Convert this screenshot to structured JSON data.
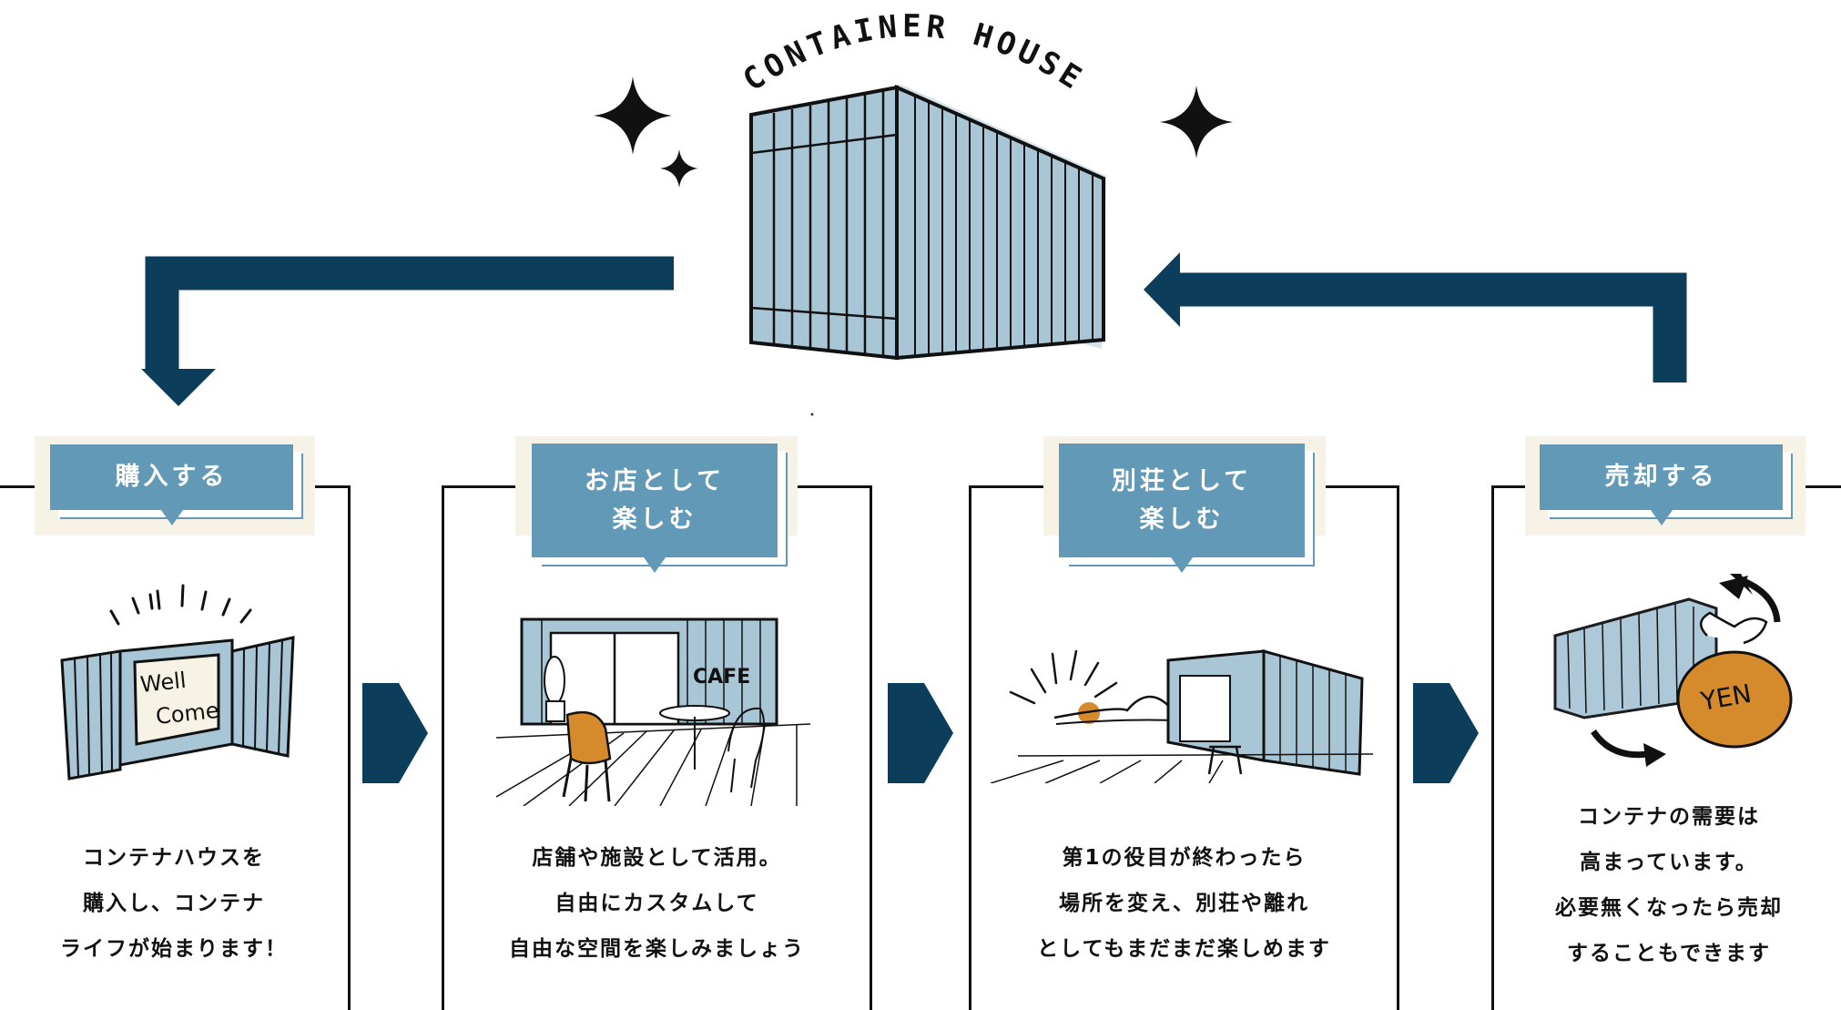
{
  "title": "CONTAINER HOUSE",
  "colors": {
    "navy": "#0c3d5a",
    "steel_blue": "#6199b6",
    "light_blue": "#a9c6d6",
    "cream": "#f6f2e6",
    "orange": "#d58b2c"
  },
  "steps": [
    {
      "label_lines": [
        "購入する"
      ],
      "desc_lines": [
        "コンテナハウスを",
        "購入し、コンテナ",
        "ライフが始まります！"
      ],
      "icon": "welcome-doors-illustration",
      "illustration_text": [
        "Well",
        "Come"
      ]
    },
    {
      "label_lines": [
        "お店として",
        "楽しむ"
      ],
      "desc_lines": [
        "店舗や施設として活用。",
        "自由にカスタムして",
        "自由な空間を楽しみましょう"
      ],
      "icon": "cafe-container-illustration",
      "illustration_text": [
        "CAFE"
      ]
    },
    {
      "label_lines": [
        "別荘として",
        "楽しむ"
      ],
      "desc_lines": [
        "第1の役目が終わったら",
        "場所を変え、別荘や離れ",
        "としてもまだまだ楽しめます"
      ],
      "icon": "villa-container-illustration",
      "illustration_text": []
    },
    {
      "label_lines": [
        "売却する"
      ],
      "desc_lines": [
        "コンテナの需要は",
        "高まっています。",
        "必要無くなったら売却",
        "することもできます"
      ],
      "icon": "yen-bag-illustration",
      "illustration_text": [
        "YEN"
      ]
    }
  ]
}
